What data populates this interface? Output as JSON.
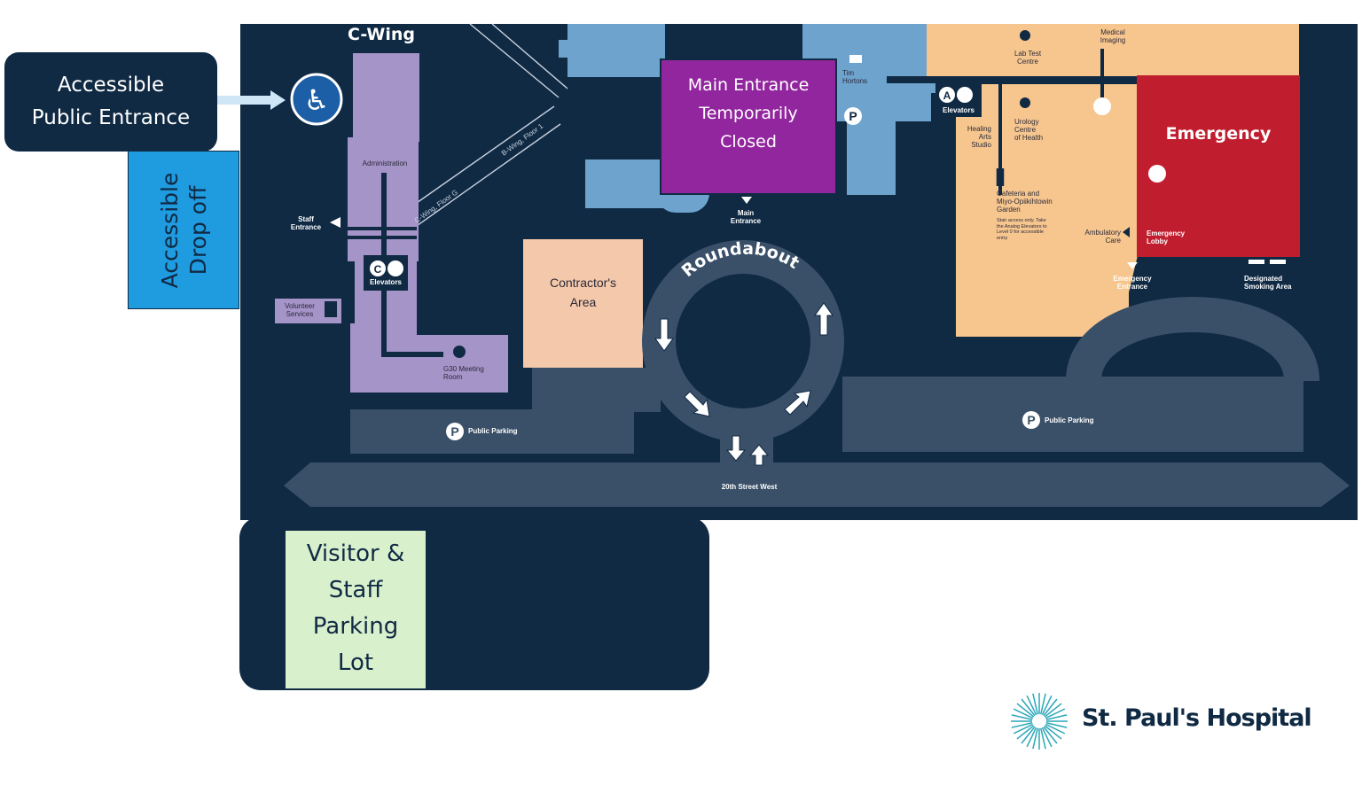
{
  "callouts": {
    "accessible_public_entrance": [
      "Accessible",
      "Public Entrance"
    ],
    "accessible_drop_off": [
      "Accessible",
      "Drop off"
    ],
    "main_entrance_closed": [
      "Main Entrance",
      "Temporarily",
      "Closed"
    ],
    "visitor_staff_parking": [
      "Visitor &",
      "Staff",
      "Parking",
      "Lot"
    ]
  },
  "wings": {
    "c_wing": "C-Wing",
    "emergency": "Emergency",
    "contractors_area": [
      "Contractor's",
      "Area"
    ],
    "roundabout": "Roundabout"
  },
  "labels": {
    "administration": "Administration",
    "staff_entrance": [
      "Staff",
      "Entrance"
    ],
    "c_elevators_letter": "C",
    "elevators": "Elevators",
    "volunteer_services": [
      "Volunteer",
      "Services"
    ],
    "g30_meeting_room": [
      "G30 Meeting",
      "Room"
    ],
    "c_wing_floor_g": "C-Wing, Floor G",
    "b_wing_floor_1": "B-Wing, Floor 1",
    "main_entrance": [
      "Main",
      "Entrance"
    ],
    "tim_hortons": [
      "Tim",
      "Hortons"
    ],
    "lab_test_centre": [
      "Lab Test",
      "Centre"
    ],
    "medical_imaging": [
      "Medical",
      "Imaging"
    ],
    "a_elevators_letter": "A",
    "healing_arts_studio": [
      "Healing",
      "Arts",
      "Studio"
    ],
    "urology_centre": [
      "Urology",
      "Centre",
      "of Health"
    ],
    "cafeteria": [
      "Cafeteria and",
      "Miyo-Opiikihtowin",
      "Garden"
    ],
    "cafeteria_note": [
      "Stair access only. Take",
      "the Analog Elevators to",
      "Level 0 for accessible",
      "entry"
    ],
    "ambulatory_care": [
      "Ambulatory",
      "Care"
    ],
    "emergency_lobby": [
      "Emergency",
      "Lobby"
    ],
    "emergency_entrance": [
      "Emergency",
      "Entrance"
    ],
    "designated_smoking_area": [
      "Designated",
      "Smoking Area"
    ],
    "public_parking_left": "Public Parking",
    "public_parking_right": "Public Parking",
    "street": "20th Street West",
    "parking_symbol": "P"
  },
  "logo": {
    "name": "St. Paul's Hospital",
    "icon": "starburst-icon"
  },
  "icons": [
    "accessible-icon",
    "parking-icon",
    "elevator-icon",
    "coffee-icon",
    "restroom-icon",
    "fork-knife-icon",
    "smoking-icon",
    "microscope-icon",
    "urology-icon",
    "meeting-room-icon",
    "volunteer-icon",
    "direction-arrow-icon"
  ],
  "colors": {
    "background_dark": "#102a44",
    "road": "#3a5068",
    "c_wing": "#a594c8",
    "b_wing": "#6da3cc",
    "main_entrance": "#92269e",
    "clinical": "#f7c68e",
    "emergency": "#c01e2e",
    "contractor": "#f4c8aa",
    "drop_off": "#1f9be0",
    "parking_lot": "#d9f0cd",
    "accessible_icon": "#1d5fa6"
  }
}
